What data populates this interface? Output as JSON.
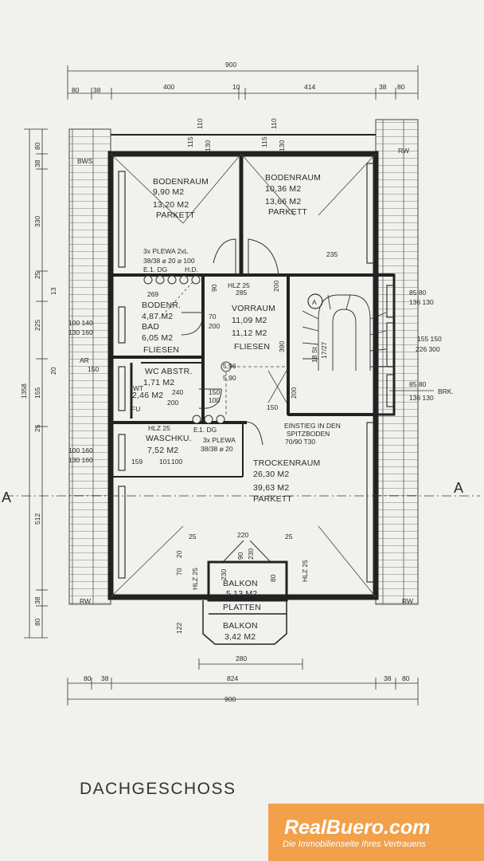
{
  "plan": {
    "title": "DACHGESCHOSS",
    "rooms": [
      {
        "id": "bodenraum-left",
        "lines": [
          "BODENRAUM",
          "9,90 M2",
          "13,20 M2",
          "PARKETT"
        ]
      },
      {
        "id": "bodenraum-right",
        "lines": [
          "BODENRAUM",
          "10,36 M2",
          "13,66 M2",
          "PARKETT"
        ]
      },
      {
        "id": "boden-bad",
        "lines": [
          "BODENR.",
          "4,87 M2",
          "BAD",
          "6,05 M2",
          "FLIESEN"
        ]
      },
      {
        "id": "vorraum",
        "lines": [
          "VORRAUM",
          "11,09 M2",
          "11,12 M2",
          "FLIESEN"
        ]
      },
      {
        "id": "wc-abstr",
        "lines": [
          "WC ABSTR.",
          "1,71 M2",
          "2,46 M2"
        ]
      },
      {
        "id": "waschku",
        "lines": [
          "HLZ 25",
          "WASCHKU.",
          "7,52 M2"
        ]
      },
      {
        "id": "trockenraum",
        "lines": [
          "TROCKENRAUM",
          "26,30 M2",
          "39,63 M2",
          "PARKETT"
        ]
      },
      {
        "id": "balkon-platten",
        "lines": [
          "BALKON",
          "5,13 M2",
          "PLATTEN"
        ]
      },
      {
        "id": "balkon",
        "lines": [
          "BALKON",
          "3,42 M2"
        ]
      },
      {
        "id": "einstieg",
        "lines": [
          "EINSTIEG IN DEN",
          "SPITZBODEN",
          "70/90 T30"
        ]
      }
    ],
    "dims_top": {
      "total": "900",
      "outer_left": "80",
      "wall_left": "38",
      "seg_a": "400",
      "seg_b": "10",
      "seg_c": "414",
      "wall_right": "38",
      "outer_right": "80"
    },
    "dims_top_heights": [
      "115",
      "110",
      "130"
    ],
    "dims_left": {
      "total": "1358",
      "d80a": "80",
      "d38a": "38",
      "d330": "330",
      "d25": "25",
      "d13": "13",
      "d225": "225",
      "d20": "20",
      "d155": "155",
      "d25b": "25",
      "d512": "512",
      "d38b": "38",
      "d80b": "80"
    },
    "window_dims_left": [
      "100 140",
      "130 160",
      "AR",
      "150",
      "100 160",
      "130 160"
    ],
    "window_dims_right": [
      "85 80",
      "136 130",
      "155 150",
      "226 300",
      "85 80",
      "136 130"
    ],
    "labels_right": [
      "RW",
      "BRK.",
      "RW"
    ],
    "labels_left": [
      "BWS",
      "RW"
    ],
    "section_mark": "A",
    "dims_bottom": {
      "total": "900",
      "inner": "824",
      "outer_left": "80",
      "wall_left": "38",
      "wall_right": "38",
      "outer_right": "80",
      "balcony": "280"
    },
    "misc": [
      "3x PLEWA 2xL",
      "38/38 ⌀ 20 ⌀ 100",
      "E.1. DG",
      "H.D.",
      "269",
      "HLZ 25",
      "285",
      "90",
      "200",
      "70",
      "200",
      "390",
      "5,96",
      "5,90",
      "235",
      "159",
      "101",
      "100",
      "1. DG",
      "3x PLEWA",
      "38/38 ⌀ 20",
      "E.",
      "150",
      "200",
      "25",
      "220",
      "25",
      "90",
      "230",
      "HLZ 25",
      "HLZ 25",
      "80",
      "230",
      "70",
      "20",
      "122",
      "A",
      "18 St",
      "17/27",
      "240",
      "200",
      "100",
      "WT",
      "FU",
      "150"
    ],
    "brand": {
      "name": "RealBuero.com",
      "tagline": "Die Immobilienseite Ihres Vertrauens"
    }
  }
}
